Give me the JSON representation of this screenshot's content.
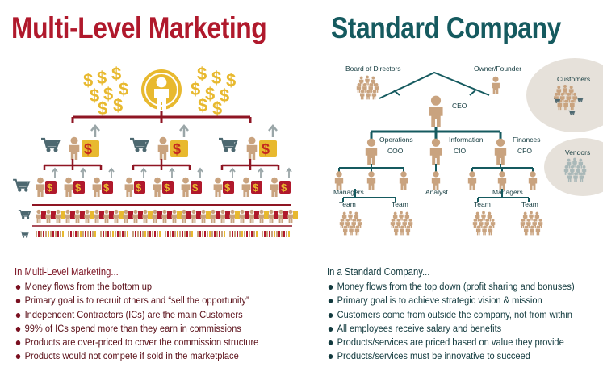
{
  "left_title": "Multi-Level Marketing",
  "right_title": "Standard Company",
  "colors": {
    "mlm_red": "#b0192c",
    "std_teal": "#155a5f",
    "gold": "#e8b92f",
    "person_tan": "#c9a37f",
    "cart_gray": "#4d6870",
    "light_gray": "#e6e1da"
  },
  "icons": [
    "dollar-sign-icon",
    "person-icon",
    "shopping-cart-icon",
    "arrow-up-icon",
    "crowd-icon"
  ],
  "std_labels": {
    "board": "Board of Directors",
    "owner": "Owner/Founder",
    "ceo": "CEO",
    "operations": "Operations",
    "coo": "COO",
    "information": "Information",
    "cio": "CIO",
    "finances": "Finances",
    "cfo": "CFO",
    "managers_left": "Managers",
    "analyst": "Analyst",
    "managers_right": "Managers",
    "team_1": "Team",
    "team_2": "Team",
    "team_3": "Team",
    "team_4": "Team",
    "customers": "Customers",
    "vendors": "Vendors"
  },
  "mlm_section": {
    "heading": "In Multi-Level Marketing...",
    "items": [
      "Money flows from the bottom up",
      "Primary goal is to recruit others and “sell the opportunity”",
      "Independent Contractors (ICs) are the main Customers",
      "99% of ICs spend more than they earn in commissions",
      "Products are over-priced to cover the commission structure",
      "Products would not compete if sold in the marketplace"
    ]
  },
  "std_section": {
    "heading": "In a Standard Company...",
    "items": [
      "Money flows from the top down (profit sharing and bonuses)",
      "Primary goal is to achieve strategic vision & mission",
      "Customers come from outside the company, not from within",
      "All employees receive salary and benefits",
      "Products/services are priced based on value they provide",
      "Products/services must be innovative to succeed"
    ]
  }
}
